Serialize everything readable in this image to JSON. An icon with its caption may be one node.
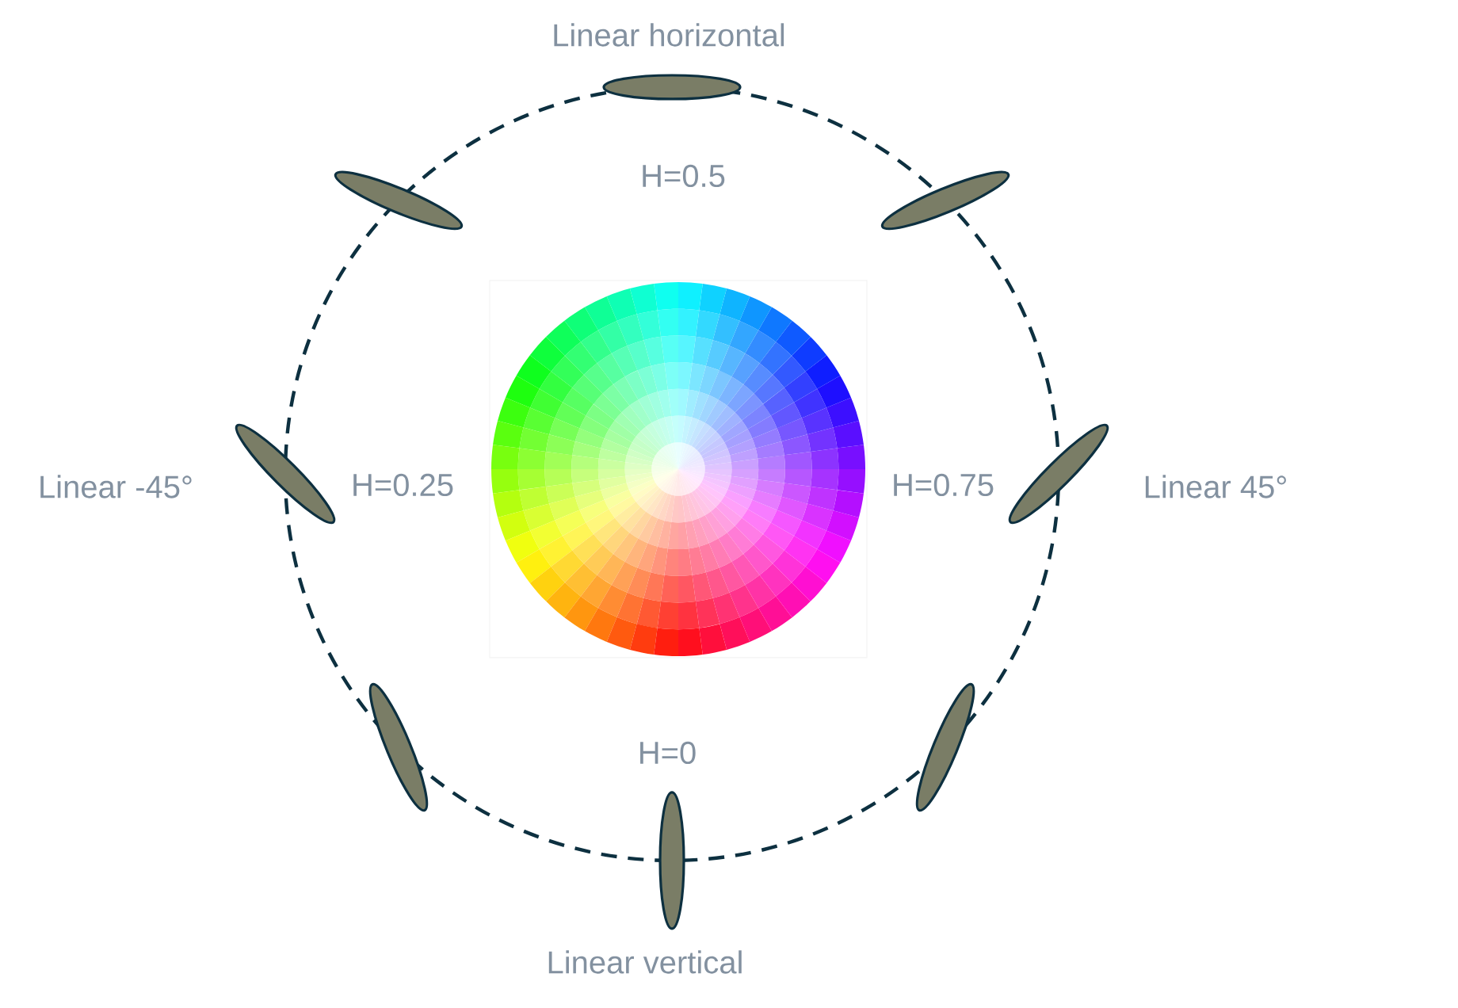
{
  "diagram": {
    "nodes": [
      {
        "text": [],
        "shape": "ellipse",
        "beside": [
          "Linear horizontal"
        ]
      },
      {
        "text": [],
        "shape": "ellipse"
      },
      {
        "text": [],
        "shape": "ellipse"
      },
      {
        "text": [],
        "shape": "ellipse",
        "beside": [
          "Linear -45°"
        ]
      },
      {
        "text": [],
        "shape": "ellipse",
        "beside": [
          "Linear 45°"
        ]
      },
      {
        "text": [],
        "shape": "ellipse"
      },
      {
        "text": [],
        "shape": "ellipse"
      },
      {
        "text": [],
        "shape": "ellipse",
        "beside": [
          "Linear vertical"
        ]
      }
    ],
    "labels": [
      "H=0.5",
      "H=0.25",
      "H=0.75",
      "H=0"
    ]
  }
}
